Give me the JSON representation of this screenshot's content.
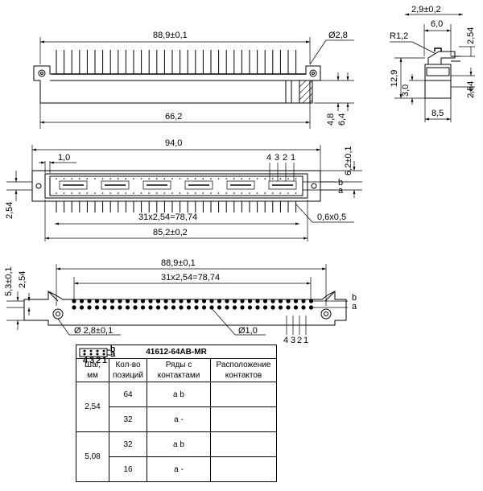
{
  "front_view": {
    "dim_overall": "88,9±0,1",
    "dim_hole": "Ø2,8",
    "dim_base": "66,2",
    "dim_h1": "4,8",
    "dim_h2": "6,4"
  },
  "side_view": {
    "dim_top": "2,9±0,2",
    "dim_6": "6,0",
    "dim_254a": "2,54",
    "dim_r": "R1,2",
    "dim_129": "12,9",
    "dim_30": "3,0",
    "dim_254b": "2,54",
    "dim_85": "8,5"
  },
  "top_view": {
    "dim_94": "94,0",
    "dim_10": "1,0",
    "pins_label": [
      "4",
      "3",
      "2",
      "1"
    ],
    "dim_62": "6,2±0,1",
    "row_b": "b",
    "row_a": "a",
    "dim_254": "2,54",
    "dim_pitch": "31х2,54=78,74",
    "dim_chamfer": "0,6х0,5",
    "dim_852": "85,2±0,2"
  },
  "bottom_view": {
    "dim_53": "5,3±0,1",
    "dim_254": "2,54",
    "dim_889": "88,9±0,1",
    "dim_pitch": "31х2,54=78,74",
    "row_b": "b",
    "row_a": "a",
    "dim_hole": "Ø 2,8±0,1",
    "dim_pin": "Ø1,0",
    "pins_label": [
      "4",
      "3",
      "2",
      "1"
    ]
  },
  "table": {
    "title": "41612-64AB-MR",
    "headers": [
      "Шаг, мм",
      "Кол-во позиций",
      "Ряды с контактами",
      "Расположение контактов"
    ],
    "rows": [
      {
        "pitch": "2,54",
        "count": "64",
        "rows": "a b"
      },
      {
        "pitch": "",
        "count": "32",
        "rows": "a -"
      },
      {
        "pitch": "5,08",
        "count": "32",
        "rows": "a b"
      },
      {
        "pitch": "",
        "count": "16",
        "rows": "a -"
      }
    ],
    "mini_labels": {
      "b": "b",
      "a": "a",
      "pins": "4 3 2 1"
    }
  }
}
